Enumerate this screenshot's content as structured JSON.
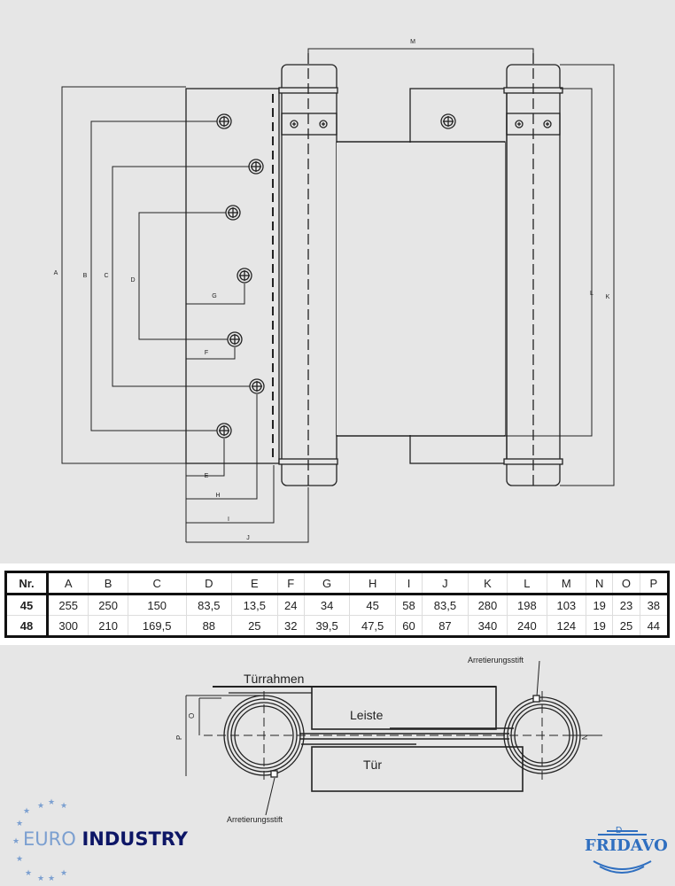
{
  "drawing_top": {
    "dimension_labels": [
      "M",
      "A",
      "B",
      "C",
      "D",
      "G",
      "F",
      "E",
      "H",
      "I",
      "J",
      "L",
      "K"
    ]
  },
  "table": {
    "headers": [
      "Nr.",
      "A",
      "B",
      "C",
      "D",
      "E",
      "F",
      "G",
      "H",
      "I",
      "J",
      "K",
      "L",
      "M",
      "N",
      "O",
      "P"
    ],
    "rows": [
      [
        "45",
        "255",
        "250",
        "150",
        "83,5",
        "13,5",
        "24",
        "34",
        "45",
        "58",
        "83,5",
        "280",
        "198",
        "103",
        "19",
        "23",
        "38"
      ],
      [
        "48",
        "300",
        "210",
        "169,5",
        "88",
        "25",
        "32",
        "39,5",
        "47,5",
        "60",
        "87",
        "340",
        "240",
        "124",
        "19",
        "25",
        "44"
      ]
    ]
  },
  "drawing_bottom": {
    "frame_label": "Türrahmen",
    "strip_label": "Leiste",
    "door_label": "Tür",
    "pin_label_top": "Arretierungsstift",
    "pin_label_bottom": "Arretierungsstift",
    "dim_p": "P",
    "dim_o": "O",
    "dim_n": "N"
  },
  "logos": {
    "euro_part1": "EURO",
    "euro_part2": "INDUSTRY",
    "fridavo": "FRIDAVO",
    "fridavo_mark": "D"
  },
  "colors": {
    "euro_light": "#7b9fd0",
    "euro_dark": "#0d1666",
    "fridavo": "#2f6fc0"
  }
}
